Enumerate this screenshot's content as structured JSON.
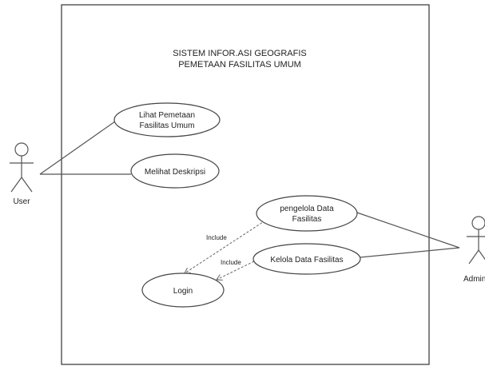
{
  "system": {
    "title_line1": "SISTEM INFOR.ASI GEOGRAFIS",
    "title_line2": "PEMETAAN FASILITAS UMUM"
  },
  "actors": {
    "user": "User",
    "admin": "Admin"
  },
  "use_cases": {
    "lihat_pemetaan_line1": "Lihat Pemetaan",
    "lihat_pemetaan_line2": "Fasilitas Umum",
    "melihat_deskripsi": "Melihat Deskripsi",
    "pengelola_data_line1": "pengelola Data",
    "pengelola_data_line2": "Fasilitas",
    "kelola_data": "Kelola Data Fasilitas",
    "login": "Login"
  },
  "relations": {
    "include_1": "Include",
    "include_2": "Include"
  },
  "colors": {
    "line": "#555555",
    "background": "#ffffff"
  }
}
